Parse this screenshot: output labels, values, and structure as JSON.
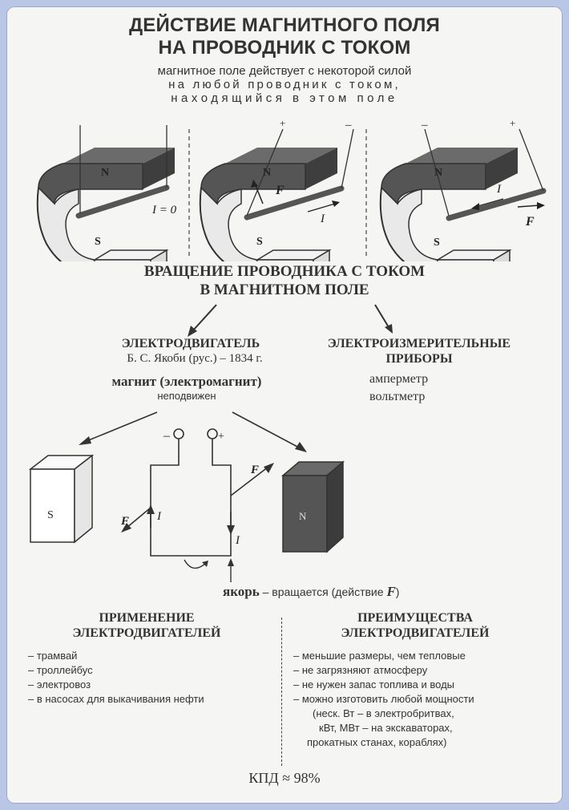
{
  "title": {
    "line1": "ДЕЙСТВИЕ МАГНИТНОГО ПОЛЯ",
    "line2": "НА ПРОВОДНИК С ТОКОМ"
  },
  "subtitle": {
    "line1": "магнитное поле действует с некоторой силой",
    "line2": "на любой проводник с током,",
    "line3": "находящийся в этом поле"
  },
  "magnets": {
    "north": "N",
    "south": "S",
    "panel1_current": "I = 0",
    "plus": "+",
    "minus": "–",
    "force": "F",
    "current": "I"
  },
  "rotation": {
    "line1": "ВРАЩЕНИЕ ПРОВОДНИКА С ТОКОМ",
    "line2": "В МАГНИТНОМ ПОЛЕ"
  },
  "motor": {
    "heading": "ЭЛЕКТРОДВИГАТЕЛЬ",
    "inventor": "Б. С. Якоби (рус.) – 1834 г.",
    "magnet": "магнит (электромагнит)",
    "magnet_state": "неподвижен",
    "armature": "якорь",
    "armature_desc": " – вращается (действие ",
    "armature_force": "F",
    "armature_end": ")"
  },
  "instruments": {
    "heading1": "ЭЛЕКТРОИЗМЕРИТЕЛЬНЫЕ",
    "heading2": "ПРИБОРЫ",
    "items": [
      "амперметр",
      "вольтметр"
    ]
  },
  "applications": {
    "heading1": "ПРИМЕНЕНИЕ",
    "heading2": "ЭЛЕКТРОДВИГАТЕЛЕЙ",
    "items": [
      "– трамвай",
      "– троллейбус",
      "– электровоз",
      "– в насосах для выкачивания нефти"
    ]
  },
  "advantages": {
    "heading1": "ПРЕИМУЩЕСТВА",
    "heading2": "ЭЛЕКТРОДВИГАТЕЛЕЙ",
    "items": [
      "– меньшие размеры, чем тепловые",
      "– не загрязняют атмосферу",
      "– не нужен запас топлива и воды",
      "– можно изготовить любой мощности"
    ],
    "detail1": "(неск. Вт – в электробритвах,",
    "detail2": "кВт, МВт – на экскаваторах,",
    "detail3": "прокатных станах, кораблях)"
  },
  "efficiency": "КПД ≈ 98%",
  "colors": {
    "background": "#b9c6e6",
    "page": "#f5f5f3",
    "ink": "#333333",
    "magnet_dark": "#4a4a4a"
  }
}
